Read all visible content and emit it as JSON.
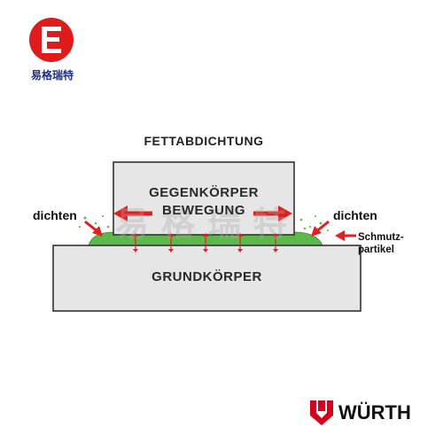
{
  "logo": {
    "letter": "E",
    "caption": "易格瑞特",
    "color": "#e01b1b"
  },
  "watermark": "易格瑞特",
  "diagram": {
    "title": "FETTABDICHTUNG",
    "counter_body_line1": "GEGENKÖRPER",
    "counter_body_line2": "BEWEGUNG",
    "base_body": "GRUNDKÖRPER",
    "left_seal_label": "dichten",
    "right_seal_label": "dichten",
    "dirt_label_line1": "Schmutz-",
    "dirt_label_line2": "partikel",
    "grease_color": "#5cb84a",
    "arrow_color": "#e02020",
    "body_fill": "#e6e6e6"
  },
  "brand": {
    "name": "WÜRTH",
    "color": "#d6001c"
  }
}
